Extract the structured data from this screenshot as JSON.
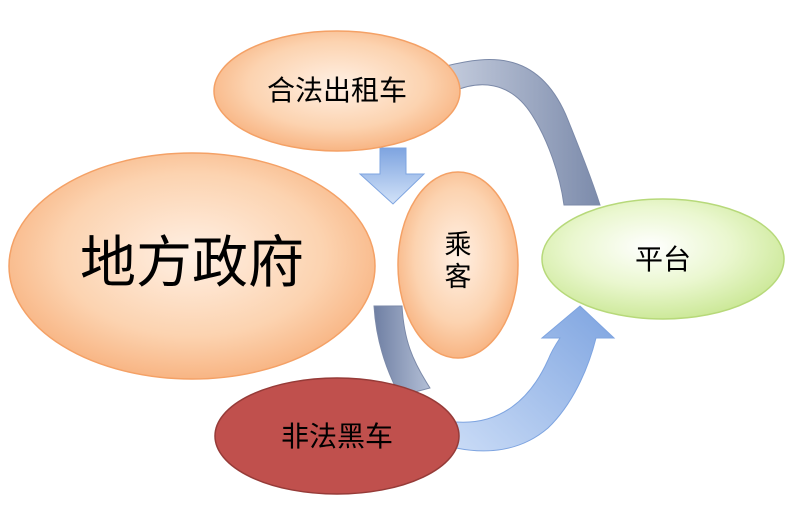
{
  "nodes": {
    "local_government": {
      "label": "地方政府"
    },
    "legal_taxi": {
      "label": "合法出租车"
    },
    "passenger": {
      "label": "乘客"
    },
    "platform": {
      "label": "平台"
    },
    "illegal_car": {
      "label": "非法黑车"
    }
  },
  "colors": {
    "orange_light": "#fde3cf",
    "orange_dark": "#f9b585",
    "orange_stroke": "#f4a166",
    "green_light": "#f4fbe5",
    "green_dark": "#d8efa6",
    "green_stroke": "#b7d97a",
    "red_fill": "#c0504d",
    "red_stroke": "#963b38",
    "arrow_gray_light": "#a8b5cf",
    "arrow_gray_dark": "#6f7fa3",
    "arrow_blue_light": "#c5d8f5",
    "arrow_blue_dark": "#7ea4e0"
  }
}
